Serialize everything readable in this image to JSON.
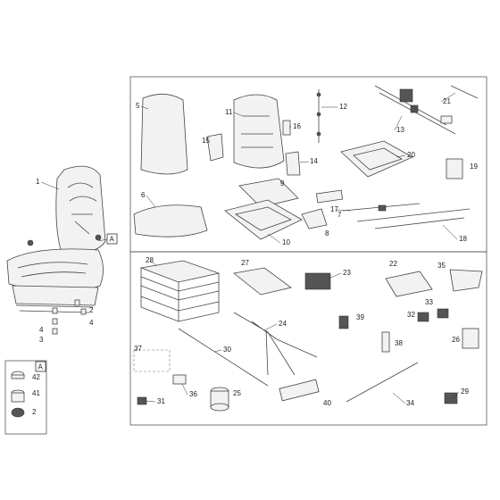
{
  "view_a_label": "A",
  "callouts": {
    "n1": "1",
    "n2": "2",
    "n3": "3",
    "n4": "4",
    "n5": "5",
    "n6": "6",
    "n7": "7",
    "n8": "8",
    "n9": "9",
    "n10": "10",
    "n11": "11",
    "n12": "12",
    "n13": "13",
    "n14": "14",
    "n15": "15",
    "n16": "16",
    "n17": "17",
    "n18": "18",
    "n19": "19",
    "n20": "20",
    "n21": "21",
    "n22": "22",
    "n23": "23",
    "n24": "24",
    "n25": "25",
    "n26": "26",
    "n27": "27",
    "n28": "28",
    "n29": "29",
    "n30": "30",
    "n31": "31",
    "n32": "32",
    "n33": "33",
    "n34": "34",
    "n35": "35",
    "n36": "36",
    "n37": "37",
    "n38": "38",
    "n39": "39",
    "n40": "40",
    "n41": "41",
    "n42": "42"
  },
  "colors": {
    "line": "#444444",
    "accent_dark": "#555555"
  }
}
